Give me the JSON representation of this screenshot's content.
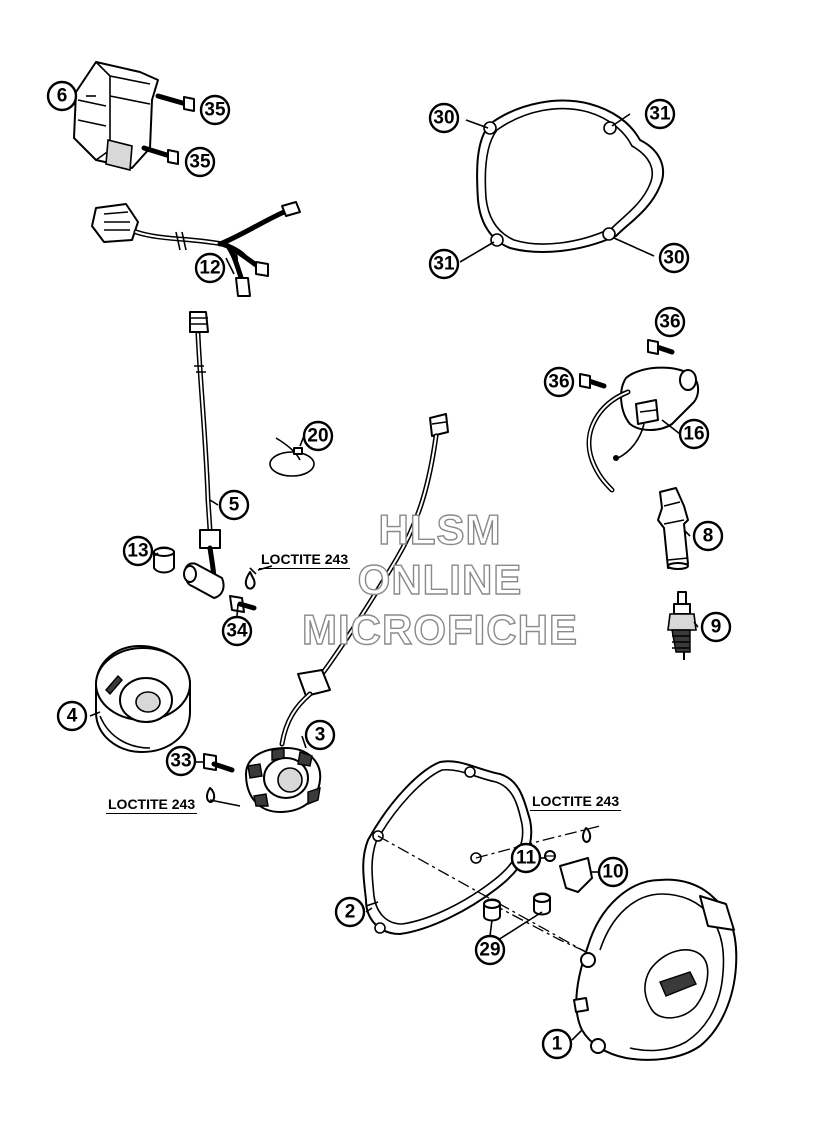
{
  "watermark": {
    "line1": "HLSM",
    "line2": "ONLINE",
    "line3": "MICROFICHE"
  },
  "loctite_notes": [
    {
      "text": "LOCTITE 243"
    },
    {
      "text": "LOCTITE 243"
    },
    {
      "text": "LOCTITE 243"
    }
  ],
  "callouts": [
    {
      "num": "6"
    },
    {
      "num": "35"
    },
    {
      "num": "35"
    },
    {
      "num": "12"
    },
    {
      "num": "30"
    },
    {
      "num": "31"
    },
    {
      "num": "31"
    },
    {
      "num": "30"
    },
    {
      "num": "36"
    },
    {
      "num": "36"
    },
    {
      "num": "16"
    },
    {
      "num": "20"
    },
    {
      "num": "5"
    },
    {
      "num": "13"
    },
    {
      "num": "34"
    },
    {
      "num": "8"
    },
    {
      "num": "9"
    },
    {
      "num": "4"
    },
    {
      "num": "3"
    },
    {
      "num": "33"
    },
    {
      "num": "11"
    },
    {
      "num": "10"
    },
    {
      "num": "2"
    },
    {
      "num": "29"
    },
    {
      "num": "1"
    }
  ]
}
